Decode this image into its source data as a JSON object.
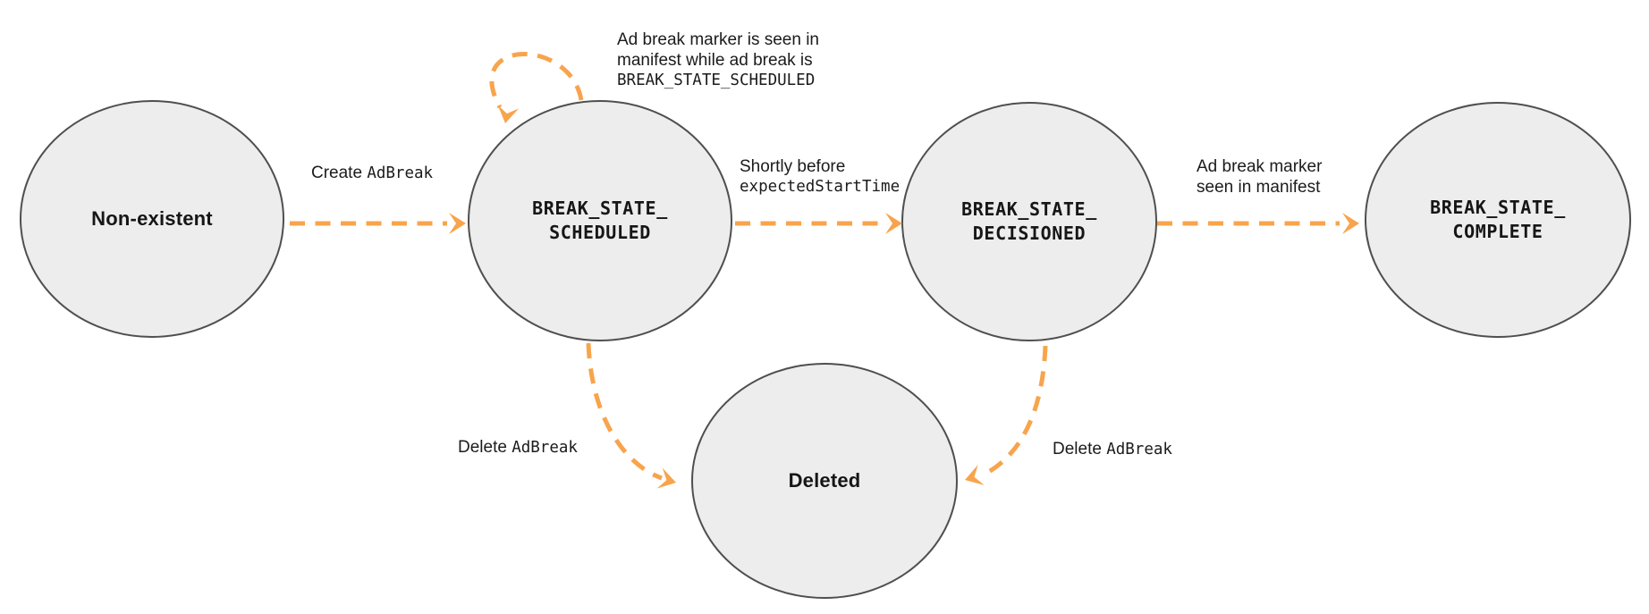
{
  "diagram": {
    "nodes": {
      "non_existent": {
        "label": "Non-existent"
      },
      "scheduled": {
        "line1": "BREAK_STATE_",
        "line2": "SCHEDULED"
      },
      "decisioned": {
        "line1": "BREAK_STATE_",
        "line2": "DECISIONED"
      },
      "complete": {
        "line1": "BREAK_STATE_",
        "line2": "COMPLETE"
      },
      "deleted": {
        "label": "Deleted"
      }
    },
    "edges": {
      "create": {
        "plain": "Create ",
        "code": "AdBreak"
      },
      "self_loop": {
        "line1": "Ad break marker is seen in",
        "line2": "manifest while ad break is",
        "line3_code": "BREAK_STATE_SCHEDULED"
      },
      "to_decisioned": {
        "plain": "Shortly before",
        "code": "expectedStartTime"
      },
      "to_complete": {
        "line1": "Ad break marker",
        "line2": "seen in manifest"
      },
      "delete_from_scheduled": {
        "plain": "Delete ",
        "code": "AdBreak"
      },
      "delete_from_decisioned": {
        "plain": "Delete ",
        "code": "AdBreak"
      }
    },
    "colors": {
      "arrow": "#F8A44C",
      "node_fill": "#EDEDED",
      "node_border": "#4F4F4F",
      "text": "#161616"
    }
  }
}
